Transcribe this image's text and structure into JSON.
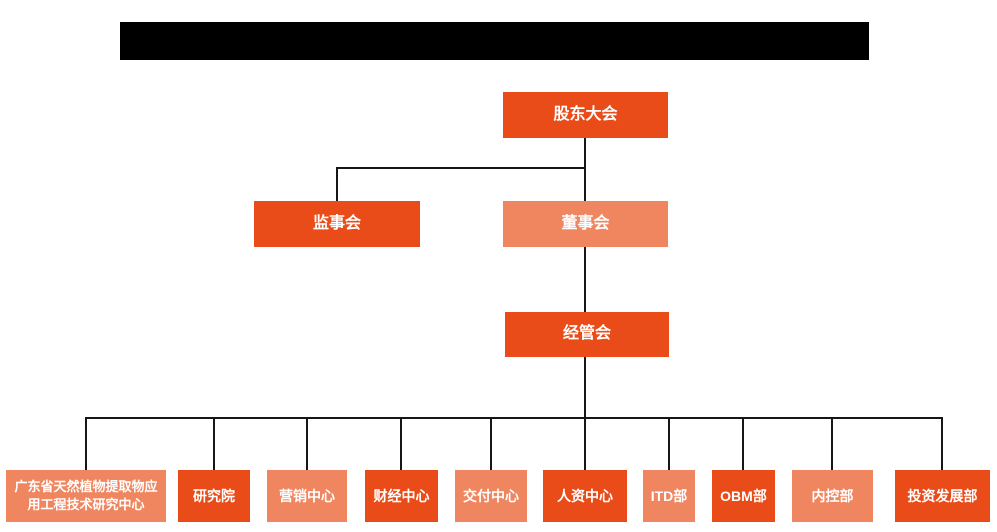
{
  "header": {
    "redacted_title": ""
  },
  "colors": {
    "primary": "#E94C19",
    "secondary": "#EF8660",
    "line": "#161616",
    "node_text": "#ffffff",
    "redacted_bar": "#000000",
    "background": "#ffffff"
  },
  "org": {
    "top": {
      "label": "股东大会"
    },
    "level2": [
      {
        "label": "监事会"
      },
      {
        "label": "董事会"
      }
    ],
    "level3": {
      "label": "经管会"
    },
    "departments": [
      {
        "label": "广东省天然植物提取物应用工程技术研究中心"
      },
      {
        "label": "研究院"
      },
      {
        "label": "营销中心"
      },
      {
        "label": "财经中心"
      },
      {
        "label": "交付中心"
      },
      {
        "label": "人资中心"
      },
      {
        "label": "ITD部"
      },
      {
        "label": "OBM部"
      },
      {
        "label": "内控部"
      },
      {
        "label": "投资发展部"
      }
    ]
  }
}
